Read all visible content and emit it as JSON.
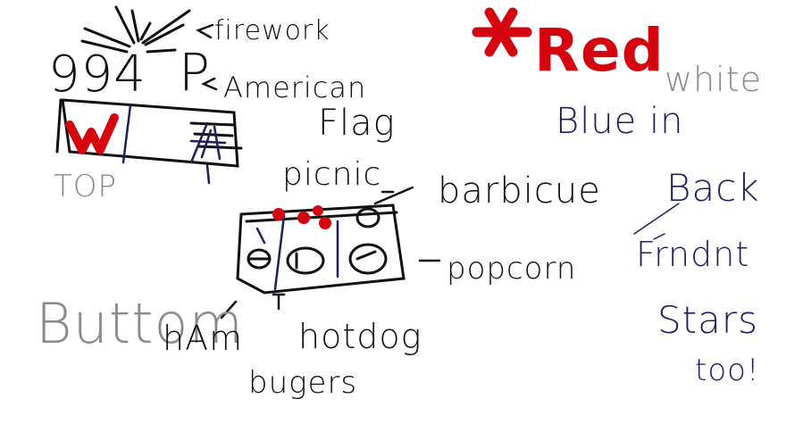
{
  "colors": {
    "black_ink": "#111111",
    "gray_ink": "#8a8a8a",
    "navy_ink": "#1b1f5e",
    "red_ink": "#d4050f",
    "background": "#ffffff"
  },
  "words": {
    "firework": "firework",
    "number": "994",
    "p": "P",
    "american": "American",
    "flag": "Flag",
    "top": "TOP",
    "picnic": "picnic",
    "barbicue": "barbicue",
    "popcorn": "popcorn",
    "buttom": "Buttom",
    "ham": "hAm",
    "hotdog": "hotdog",
    "bugers": "bugers",
    "red": "Red",
    "white": "white",
    "blue_in": "Blue in",
    "back": "Back",
    "frndnt": "Frndnt",
    "stars": "Stars",
    "too": "too!"
  }
}
